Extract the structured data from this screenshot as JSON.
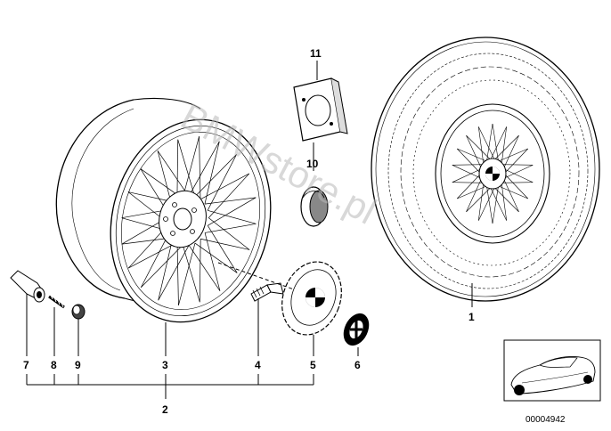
{
  "diagram": {
    "callouts": [
      {
        "id": "c1",
        "label": "1"
      },
      {
        "id": "c2",
        "label": "2"
      },
      {
        "id": "c3",
        "label": "3"
      },
      {
        "id": "c4",
        "label": "4"
      },
      {
        "id": "c5",
        "label": "5"
      },
      {
        "id": "c6",
        "label": "6"
      },
      {
        "id": "c7",
        "label": "7"
      },
      {
        "id": "c8",
        "label": "8"
      },
      {
        "id": "c9",
        "label": "9"
      },
      {
        "id": "c10",
        "label": "10"
      },
      {
        "id": "c11",
        "label": "11"
      }
    ],
    "watermark": "BMWstore.pl",
    "reference_number": "00004942"
  }
}
